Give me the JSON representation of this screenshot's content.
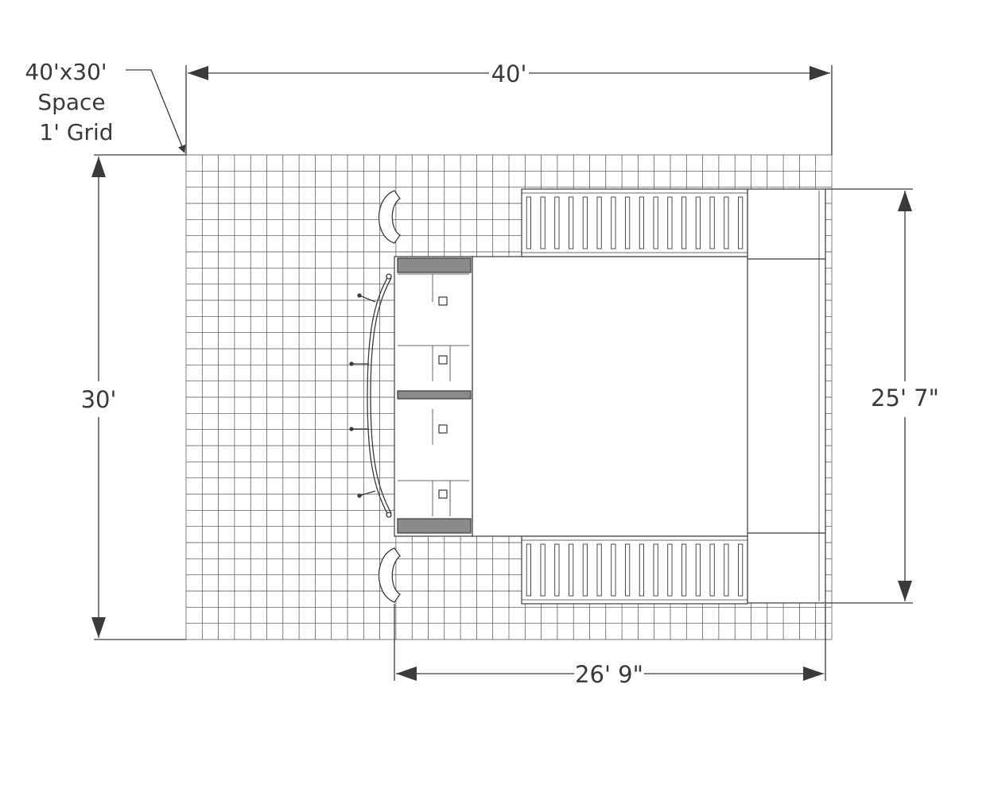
{
  "labels": {
    "space_line1": "40'x30'",
    "space_line2": "Space",
    "space_line3": "1' Grid",
    "width": "40'",
    "height": "30'",
    "booth_depth": "25' 7\"",
    "booth_width": "26' 9\""
  },
  "grid": {
    "columns": 40,
    "rows": 30
  },
  "colors": {
    "line": "#3a3a3a",
    "grid": "#4a4a4a",
    "background": "#ffffff"
  }
}
